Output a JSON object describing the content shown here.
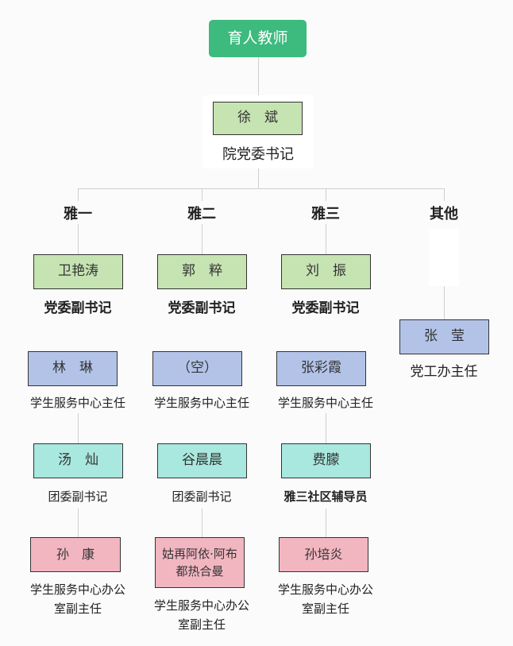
{
  "root": {
    "label": "育人教师",
    "color": "#3dba7e"
  },
  "head": {
    "name": "徐　斌",
    "role": "院党委书记"
  },
  "columns": [
    {
      "label": "雅一",
      "nodes": [
        {
          "name": "卫艳涛",
          "role": "党委副书记"
        },
        {
          "name": "林　琳",
          "role": "学生服务中心主任"
        },
        {
          "name": "汤　灿",
          "role": "团委副书记"
        },
        {
          "name": "孙　康",
          "role": "学生服务中心办公室副主任"
        }
      ]
    },
    {
      "label": "雅二",
      "nodes": [
        {
          "name": "郭　粹",
          "role": "党委副书记"
        },
        {
          "name": "（空）",
          "role": "学生服务中心主任"
        },
        {
          "name": "谷晨晨",
          "role": "团委副书记"
        },
        {
          "name": "姑再阿依·阿布都热合曼",
          "role": "学生服务中心办公室副主任"
        }
      ]
    },
    {
      "label": "雅三",
      "nodes": [
        {
          "name": "刘　振",
          "role": "党委副书记"
        },
        {
          "name": "张彩霞",
          "role": "学生服务中心主任"
        },
        {
          "name": "费朦",
          "role": "雅三社区辅导员"
        },
        {
          "name": "孙培炎",
          "role": "学生服务中心办公室副主任"
        }
      ]
    },
    {
      "label": "其他",
      "nodes": [
        {
          "name": "张　莹",
          "role": "党工办主任"
        }
      ]
    }
  ],
  "colors": {
    "party": "#c6e3b2",
    "service": "#b3c3e8",
    "league": "#a9e8de",
    "office": "#f2b6c1"
  }
}
